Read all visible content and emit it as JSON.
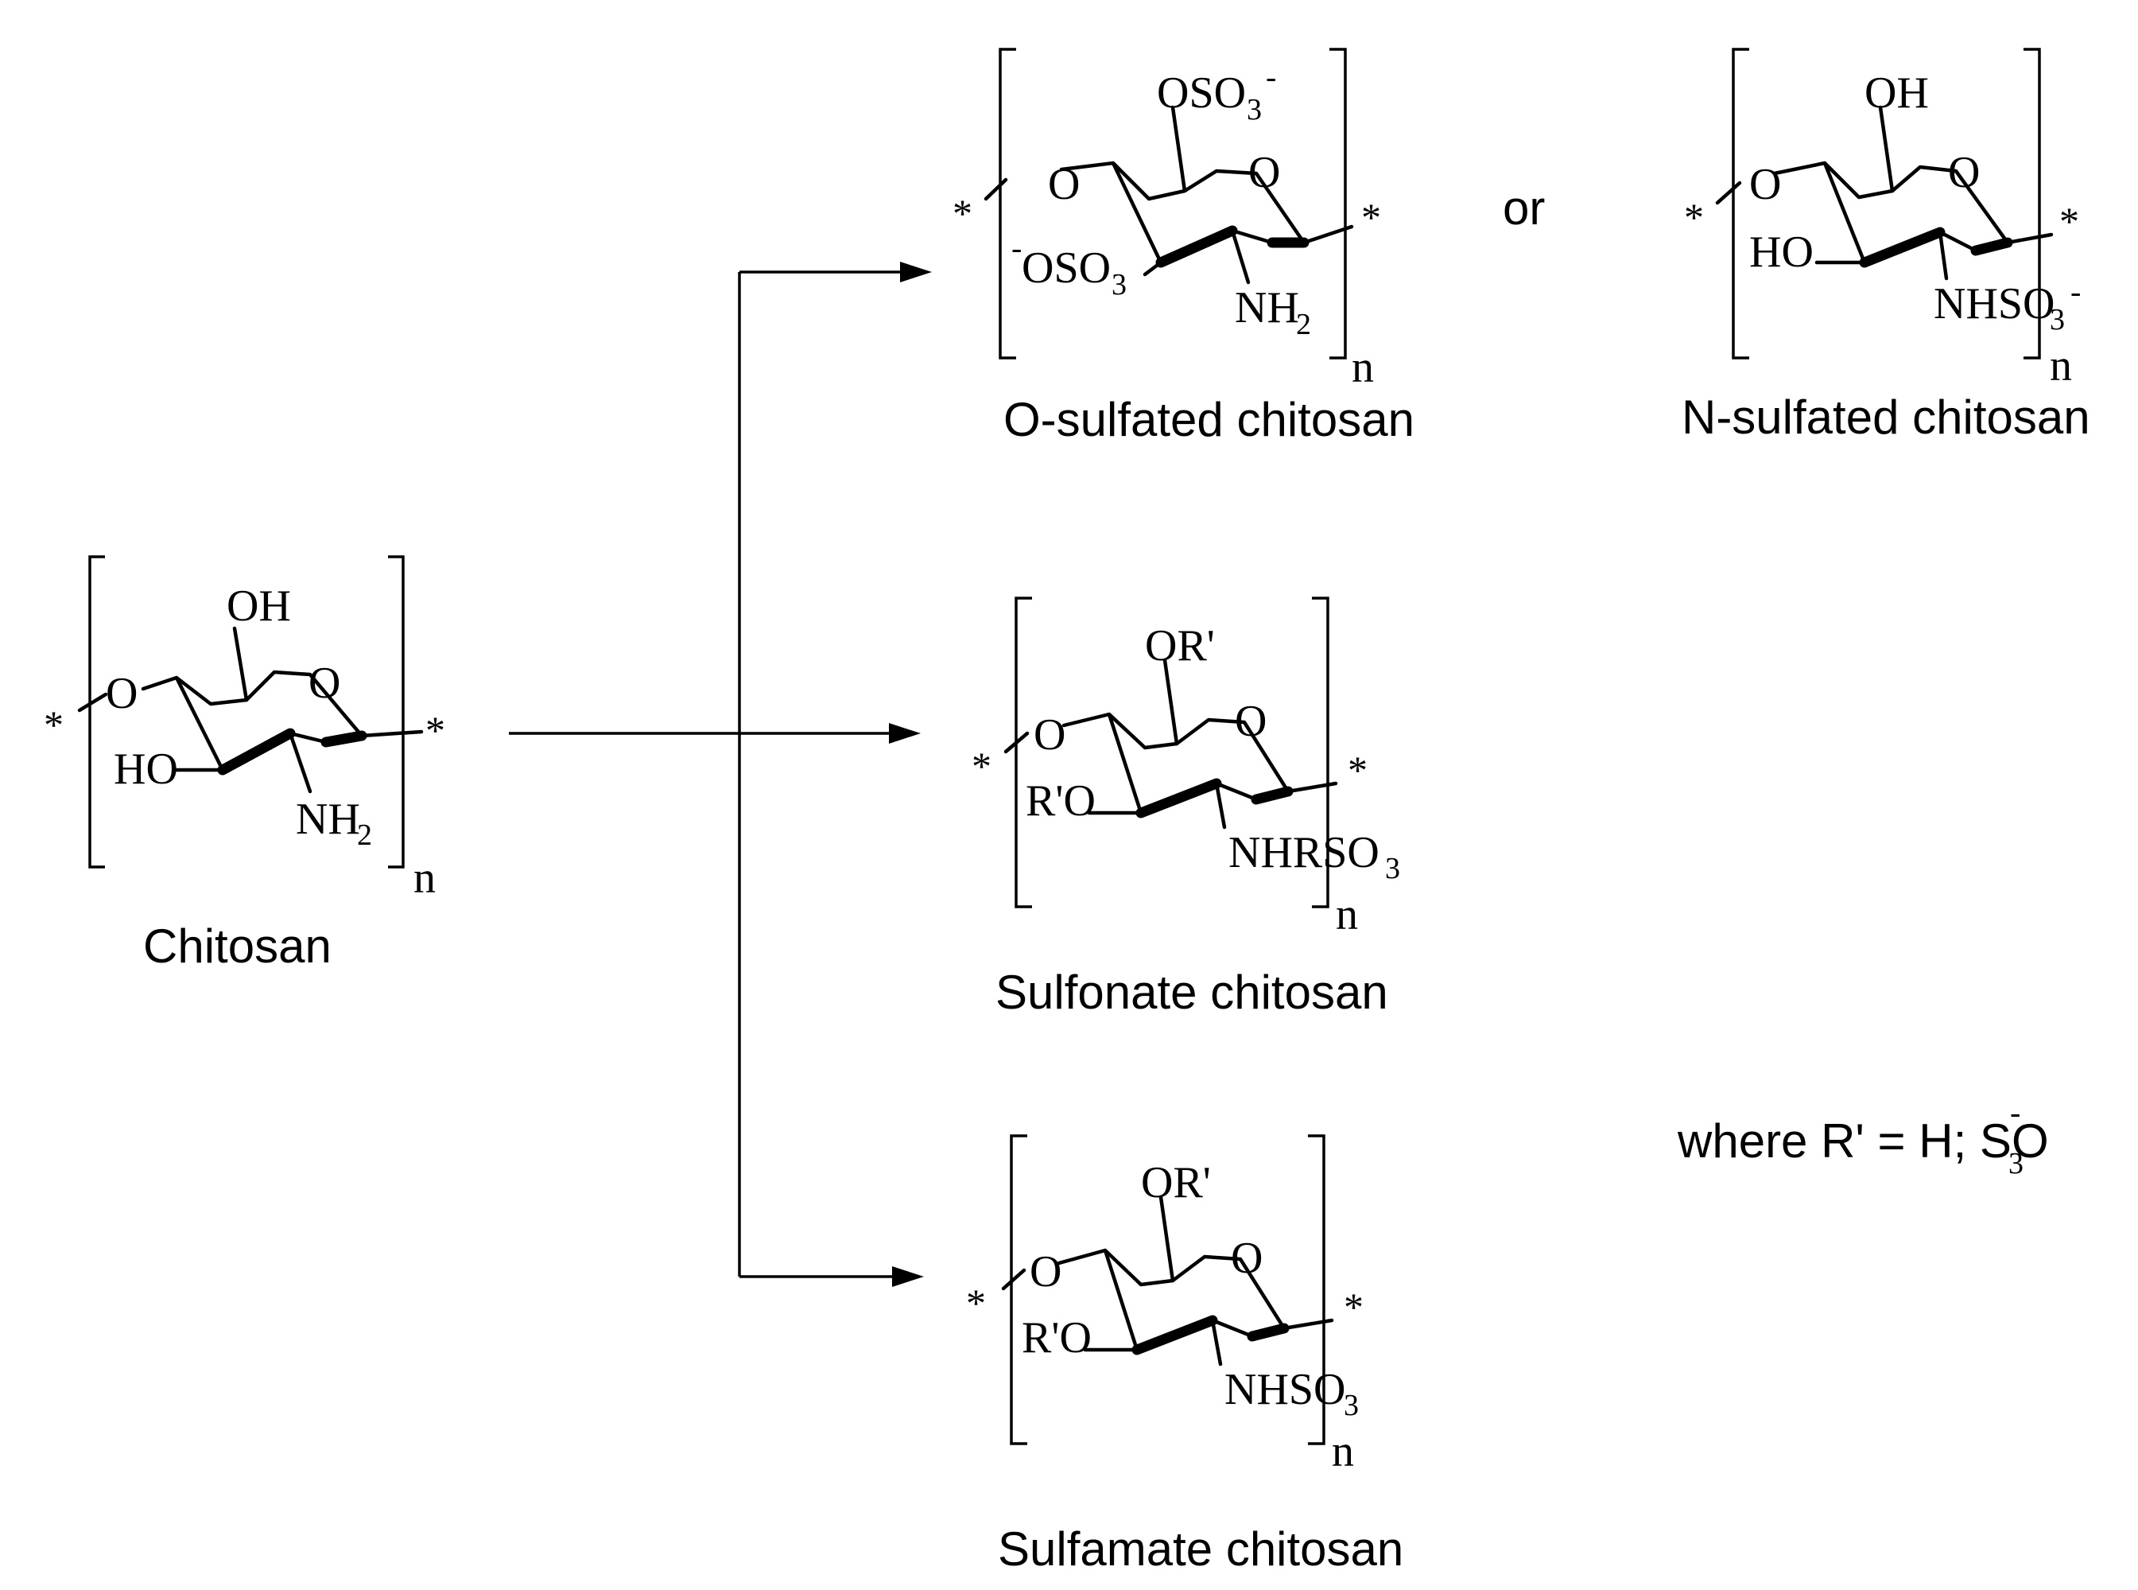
{
  "labels": {
    "chitosan": "Chitosan",
    "o_sulfated": "O-sulfated chitosan",
    "n_sulfated": "N-sulfated chitosan",
    "sulfonate": "Sulfonate chitosan",
    "sulfamate": "Sulfamate chitosan",
    "or": "or",
    "where": "where R' = H; SO",
    "where_sub": "3",
    "where_sup": "-"
  },
  "atoms": {
    "star": "*",
    "o": "O",
    "oh": "OH",
    "ho": "HO",
    "nh": "NH",
    "two": "2",
    "three": "3",
    "n": "n",
    "minus": "-",
    "oso": "OSO",
    "nhso": "NHSO",
    "nhrso": "NHRSO",
    "or_prime": "OR'",
    "r_o": "R'O"
  }
}
